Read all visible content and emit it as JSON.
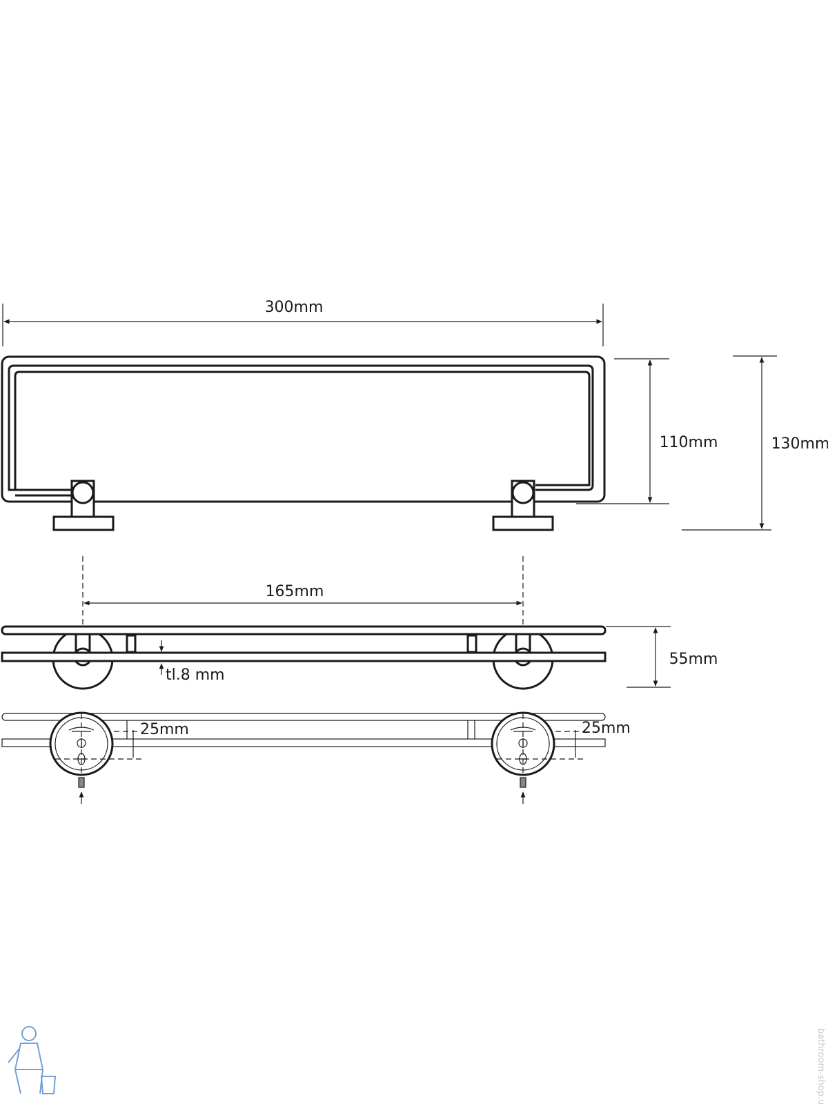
{
  "dimensions": {
    "width": "300mm",
    "glass_depth": "110mm",
    "total_depth": "130mm",
    "mount_spacing": "165mm",
    "height": "55mm",
    "thickness": "tl.8 mm",
    "screw_offset_left": "25mm",
    "screw_offset_right": "25mm"
  },
  "watermark": {
    "text": "bathroom-shop.ua"
  },
  "colors": {
    "line": "#1a1a1a",
    "background": "#ffffff",
    "watermark": "#c8c8c8",
    "logo": "#5b8fd0"
  }
}
